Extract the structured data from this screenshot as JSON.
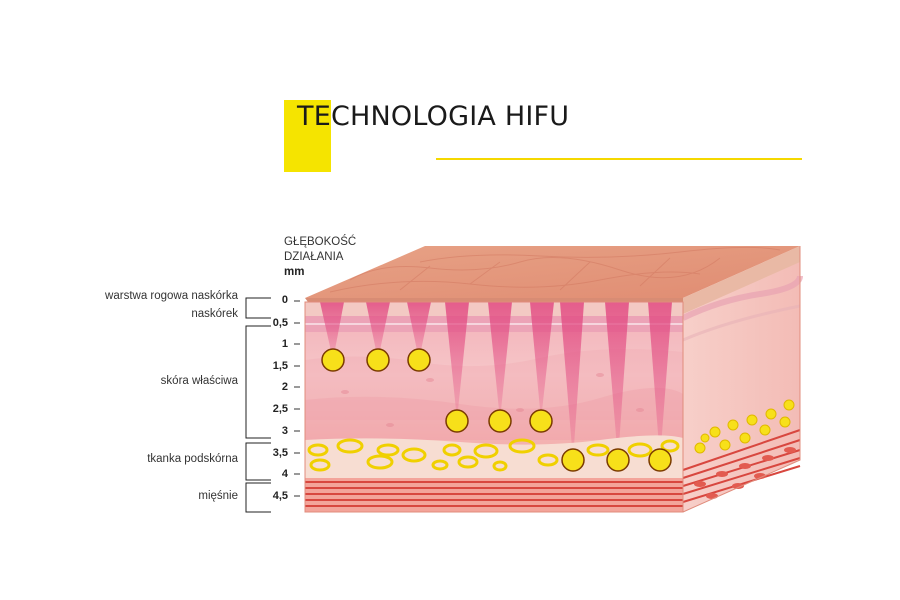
{
  "title": "TECHNOLOGIA HIFU",
  "depth_header": {
    "line1": "GŁĘBOKOŚĆ",
    "line2": "DZIAŁANIA",
    "unit": "mm"
  },
  "depth_scale": [
    "0",
    "0,5",
    "1",
    "1,5",
    "2",
    "2,5",
    "3",
    "3,5",
    "4",
    "4,5"
  ],
  "layers": [
    "warstwa rogowa naskórka",
    "naskórek",
    "skóra właściwa",
    "tkanka podskórna",
    "mięśnie"
  ],
  "focal_points": [
    {
      "depth_mm": 1.5,
      "count": 3
    },
    {
      "depth_mm": 2.8,
      "count": 3
    },
    {
      "depth_mm": 3.8,
      "count": 3
    }
  ],
  "colors": {
    "accent_yellow": "#f5e400",
    "focal_yellow": "#f7e01a",
    "skin_top": "#e9a184",
    "dermis": "#f4bcc1",
    "beam": "#e8588a",
    "muscle": "#d9473f"
  }
}
